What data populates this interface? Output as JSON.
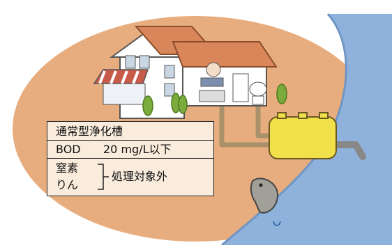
{
  "table": {
    "type_label": "通常型浄化槽",
    "bod_label": "BOD",
    "bod_value": "20 mg/L以下",
    "nitrogen_label": "窒素",
    "phosphorus_label": "りん",
    "out_of_scope_label": "処理対象外"
  },
  "colors": {
    "ground": "#e8ad7e",
    "river": "#8fb2dc",
    "roof": "#d9865b",
    "house_wall": "#ffffff",
    "tank": "#f2e04a",
    "pipe": "#a8916b",
    "table_bg": "#f9ecdc"
  },
  "icons": [
    "house-icon",
    "washing-person-icon",
    "toilet-icon",
    "septic-tank-icon",
    "fish-icon",
    "bush-icon",
    "awning-icon"
  ]
}
